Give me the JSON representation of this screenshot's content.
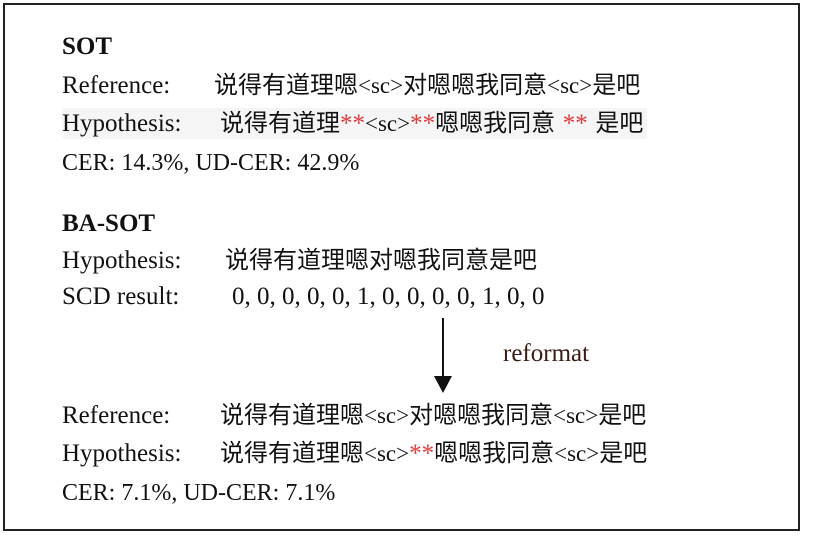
{
  "sot": {
    "title": "SOT",
    "ref_label": "Reference:",
    "ref_parts": [
      "说得有道理嗯",
      "<sc>",
      "对嗯嗯我同意",
      "<sc>",
      "是吧"
    ],
    "hyp_label": "Hypothesis:",
    "hyp_parts": [
      "说得有道理",
      "**",
      "<sc>",
      "**",
      "嗯嗯我同意 ",
      "**",
      " 是吧"
    ],
    "metrics": "CER: 14.3%, UD-CER: 42.9%"
  },
  "basot": {
    "title": "BA-SOT",
    "hyp_label": "Hypothesis:",
    "hyp_text": "说得有道理嗯对嗯我同意是吧",
    "scd_label": "SCD result:",
    "scd_values": "0, 0, 0, 0, 0, 1, 0, 0, 0, 0, 1, 0, 0",
    "reformat_label": "reformat",
    "ref_label": "Reference:",
    "ref_parts": [
      "说得有道理嗯",
      "<sc>",
      "对嗯嗯我同意",
      "<sc>",
      "是吧"
    ],
    "hyp2_label": "Hypothesis:",
    "hyp2_parts": [
      "说得有道理嗯",
      "<sc>",
      "**",
      "嗯嗯我同意",
      "<sc>",
      "是吧"
    ],
    "metrics": "CER: 7.1%, UD-CER: 7.1%"
  },
  "colors": {
    "error": "#e0393b",
    "reformat_text": "#3b1c14",
    "border": "#222222"
  }
}
